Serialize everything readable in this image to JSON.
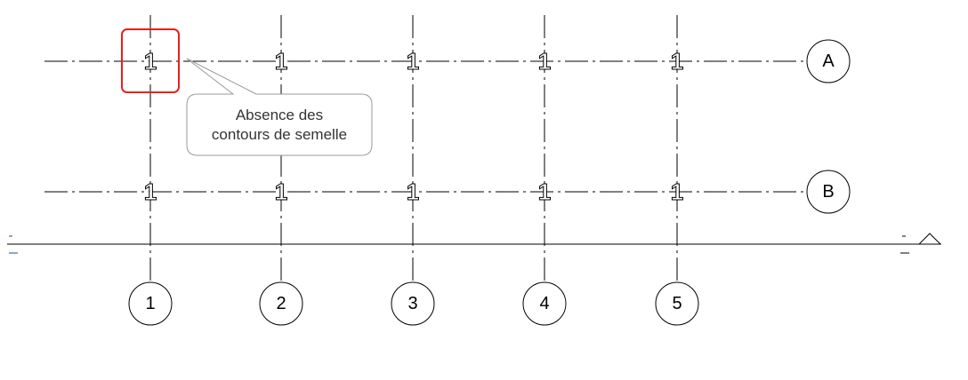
{
  "diagram": {
    "grid_rows": [
      {
        "label": "A"
      },
      {
        "label": "B"
      }
    ],
    "grid_columns": [
      {
        "label": "1"
      },
      {
        "label": "2"
      },
      {
        "label": "3"
      },
      {
        "label": "4"
      },
      {
        "label": "5"
      }
    ],
    "column_mark_glyph": "1",
    "callout": {
      "line1": "Absence des",
      "line2": "contours de semelle"
    },
    "colors": {
      "highlight": "#e8201a",
      "callout_border": "#9a9a9a",
      "level_tick": "#1f4e9a"
    }
  }
}
